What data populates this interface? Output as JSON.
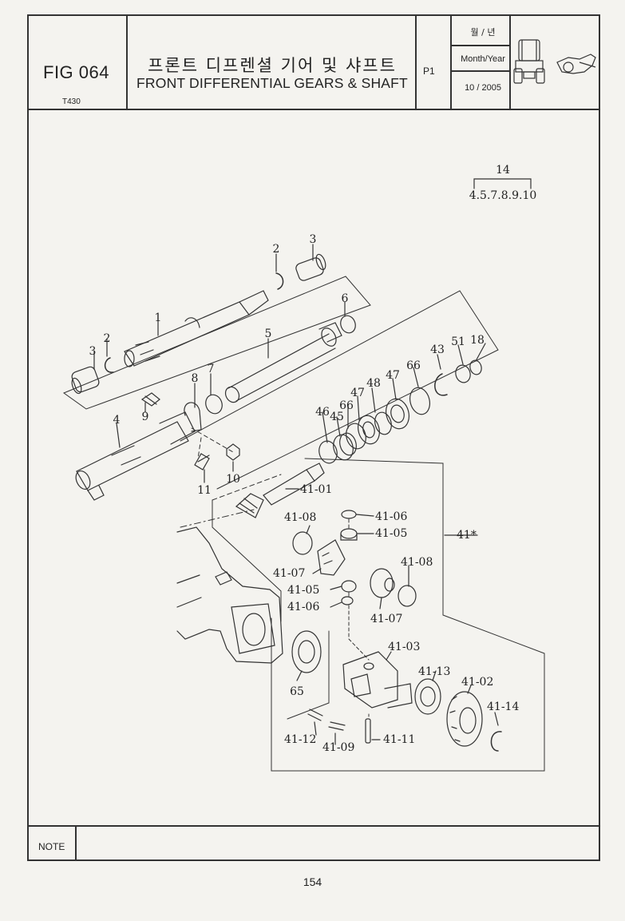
{
  "header": {
    "fig_label": "FIG 064",
    "model": "T430",
    "title_ko": "프론트 디프렌셜 기어 및 샤프트",
    "title_en": "FRONT DIFFERENTIAL GEARS & SHAFT",
    "page_indicator": "P1",
    "month_year_ko": "월 / 년",
    "month_year_en": "Month/Year",
    "month_year_value": "10 / 2005"
  },
  "kit": {
    "number": "14",
    "contents": "4.5.7.8.9.10"
  },
  "callouts": {
    "c1": "1",
    "c2a": "2",
    "c2b": "2",
    "c3a": "3",
    "c3b": "3",
    "c4": "4",
    "c5": "5",
    "c6": "6",
    "c7": "7",
    "c8": "8",
    "c9": "9",
    "c10": "10",
    "c11": "11",
    "c18": "18",
    "c43": "43",
    "c45": "45",
    "c46": "46",
    "c47a": "47",
    "c47b": "47",
    "c48": "48",
    "c51": "51",
    "c65": "65",
    "c66a": "66",
    "c66b": "66",
    "c41_01": "41-01",
    "c41_star": "41*",
    "c41_06a": "41-06",
    "c41_05a": "41-05",
    "c41_08a": "41-08",
    "c41_07a": "41-07",
    "c41_05b": "41-05",
    "c41_06b": "41-06",
    "c41_08b": "41-08",
    "c41_07b": "41-07",
    "c41_03": "41-03",
    "c41_13": "41-13",
    "c41_02": "41-02",
    "c41_14": "41-14",
    "c41_12": "41-12",
    "c41_09": "41-09",
    "c41_11": "41-11"
  },
  "note_label": "NOTE",
  "page_number": "154"
}
